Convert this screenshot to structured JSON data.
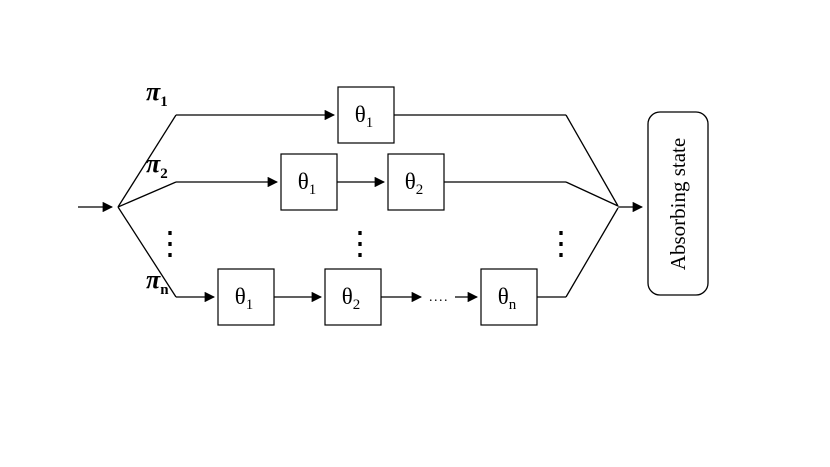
{
  "diagram": {
    "entry_branches": [
      {
        "label_base": "π",
        "label_sub": "1"
      },
      {
        "label_base": "π",
        "label_sub": "2"
      },
      {
        "label_base": "π",
        "label_sub": "n"
      }
    ],
    "rows": [
      {
        "boxes": [
          {
            "base": "θ",
            "sub": "1"
          }
        ]
      },
      {
        "boxes": [
          {
            "base": "θ",
            "sub": "1"
          },
          {
            "base": "θ",
            "sub": "2"
          }
        ]
      },
      {
        "boxes": [
          {
            "base": "θ",
            "sub": "1"
          },
          {
            "base": "θ",
            "sub": "2"
          },
          {
            "base": "θ",
            "sub": "n"
          }
        ]
      }
    ],
    "horizontal_ellipsis": "....",
    "vertical_ellipsis": "⋮",
    "absorbing_state": {
      "label": "Absorbing state"
    },
    "colors": {
      "line": "#000000",
      "box_fill": "#ffffff",
      "background": "#ffffff"
    }
  }
}
